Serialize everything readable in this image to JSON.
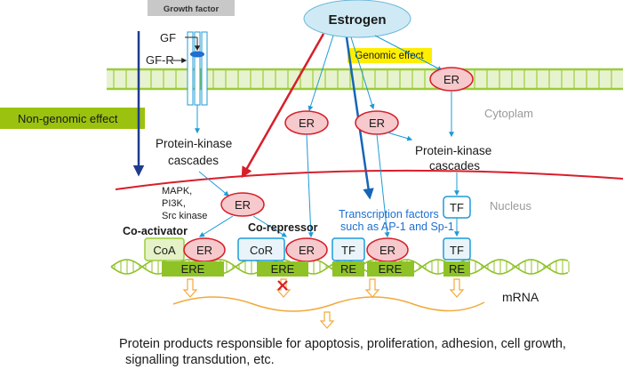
{
  "growth_factor_header": "Growth factor",
  "estrogen": "Estrogen",
  "gf": "GF",
  "gf_r": "GF-R",
  "genomic_effect": "Genomic effect",
  "non_genomic_effect": "Non-genomic effect",
  "cytoplasm": "Cytoplam",
  "nucleus": "Nucleus",
  "er": "ER",
  "tf": "TF",
  "coa": "CoA",
  "cor": "CoR",
  "ere": "ERE",
  "re": "RE",
  "protein_kinase_left": [
    "Protein-kinase",
    "cascades"
  ],
  "protein_kinase_right": [
    "Protein-kinase",
    "cascades"
  ],
  "kinases": [
    "MAPK,",
    "PI3K,",
    "Src kinase"
  ],
  "co_activator": "Co-activator",
  "co_repressor": "Co-repressor",
  "transcription_factors": [
    "Transcription factors",
    "such as AP-1 and Sp-1"
  ],
  "mrna": "mRNA",
  "protein_products": [
    "Protein products responsible for apoptosis, proliferation, adhesion, cell growth,",
    "signalling transdution, etc."
  ],
  "colors": {
    "membrane_green": "#9ccc3a",
    "er_red": "#d81e2a",
    "er_fill": "#f6c9cc",
    "estrogen_fill": "#cfeaf5",
    "arrow_blue": "#1e9bd7",
    "dark_blue": "#1f3b8f",
    "nucleus_line": "#d81e2a",
    "label_green": "#9bc20f",
    "genomic_yellow": "#ffee00",
    "dna_green": "#8fc227",
    "mrna_orange": "#f2a93b"
  }
}
